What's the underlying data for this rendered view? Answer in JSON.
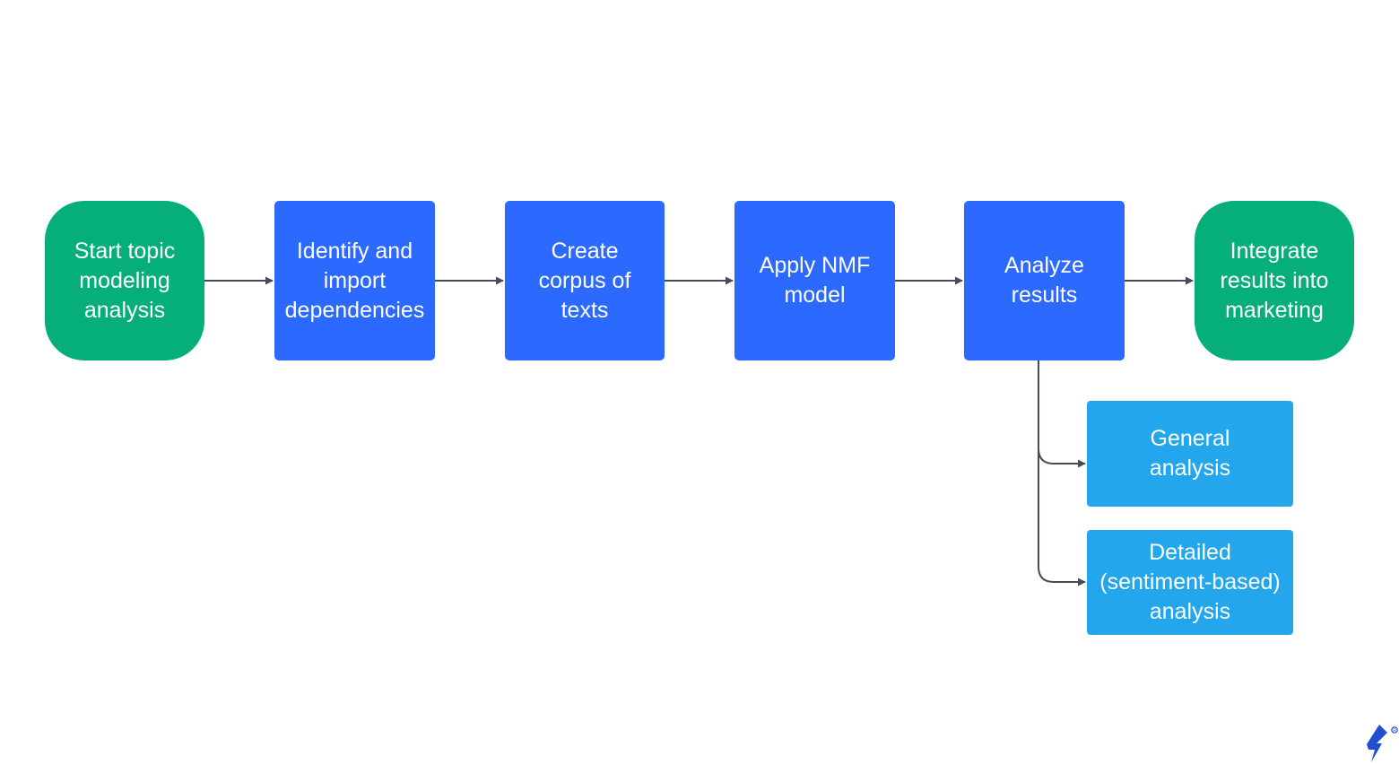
{
  "diagram": {
    "nodes": [
      {
        "id": "start",
        "text": "Start topic\nmodeling\nanalysis",
        "kind": "terminal"
      },
      {
        "id": "identify",
        "text": "Identify and\nimport\ndependencies",
        "kind": "process"
      },
      {
        "id": "corpus",
        "text": "Create\ncorpus of\ntexts",
        "kind": "process"
      },
      {
        "id": "nmf",
        "text": "Apply NMF\nmodel",
        "kind": "process"
      },
      {
        "id": "analyze",
        "text": "Analyze\nresults",
        "kind": "process"
      },
      {
        "id": "integrate",
        "text": "Integrate\nresults into\nmarketing",
        "kind": "terminal"
      },
      {
        "id": "general",
        "text": "General\nanalysis",
        "kind": "subprocess"
      },
      {
        "id": "detailed",
        "text": "Detailed\n(sentiment-based)\nanalysis",
        "kind": "subprocess"
      }
    ],
    "edges": [
      {
        "from": "start",
        "to": "identify"
      },
      {
        "from": "identify",
        "to": "corpus"
      },
      {
        "from": "corpus",
        "to": "nmf"
      },
      {
        "from": "nmf",
        "to": "analyze"
      },
      {
        "from": "analyze",
        "to": "integrate"
      },
      {
        "from": "analyze",
        "to": "general"
      },
      {
        "from": "analyze",
        "to": "detailed"
      }
    ]
  },
  "colors": {
    "terminal": "#06ae7a",
    "process": "#2c69ff",
    "subprocess": "#23a6ec",
    "connector": "#454c5c",
    "logo": "#204ecf"
  },
  "logo": {
    "icon": "toptal-logo-icon"
  }
}
